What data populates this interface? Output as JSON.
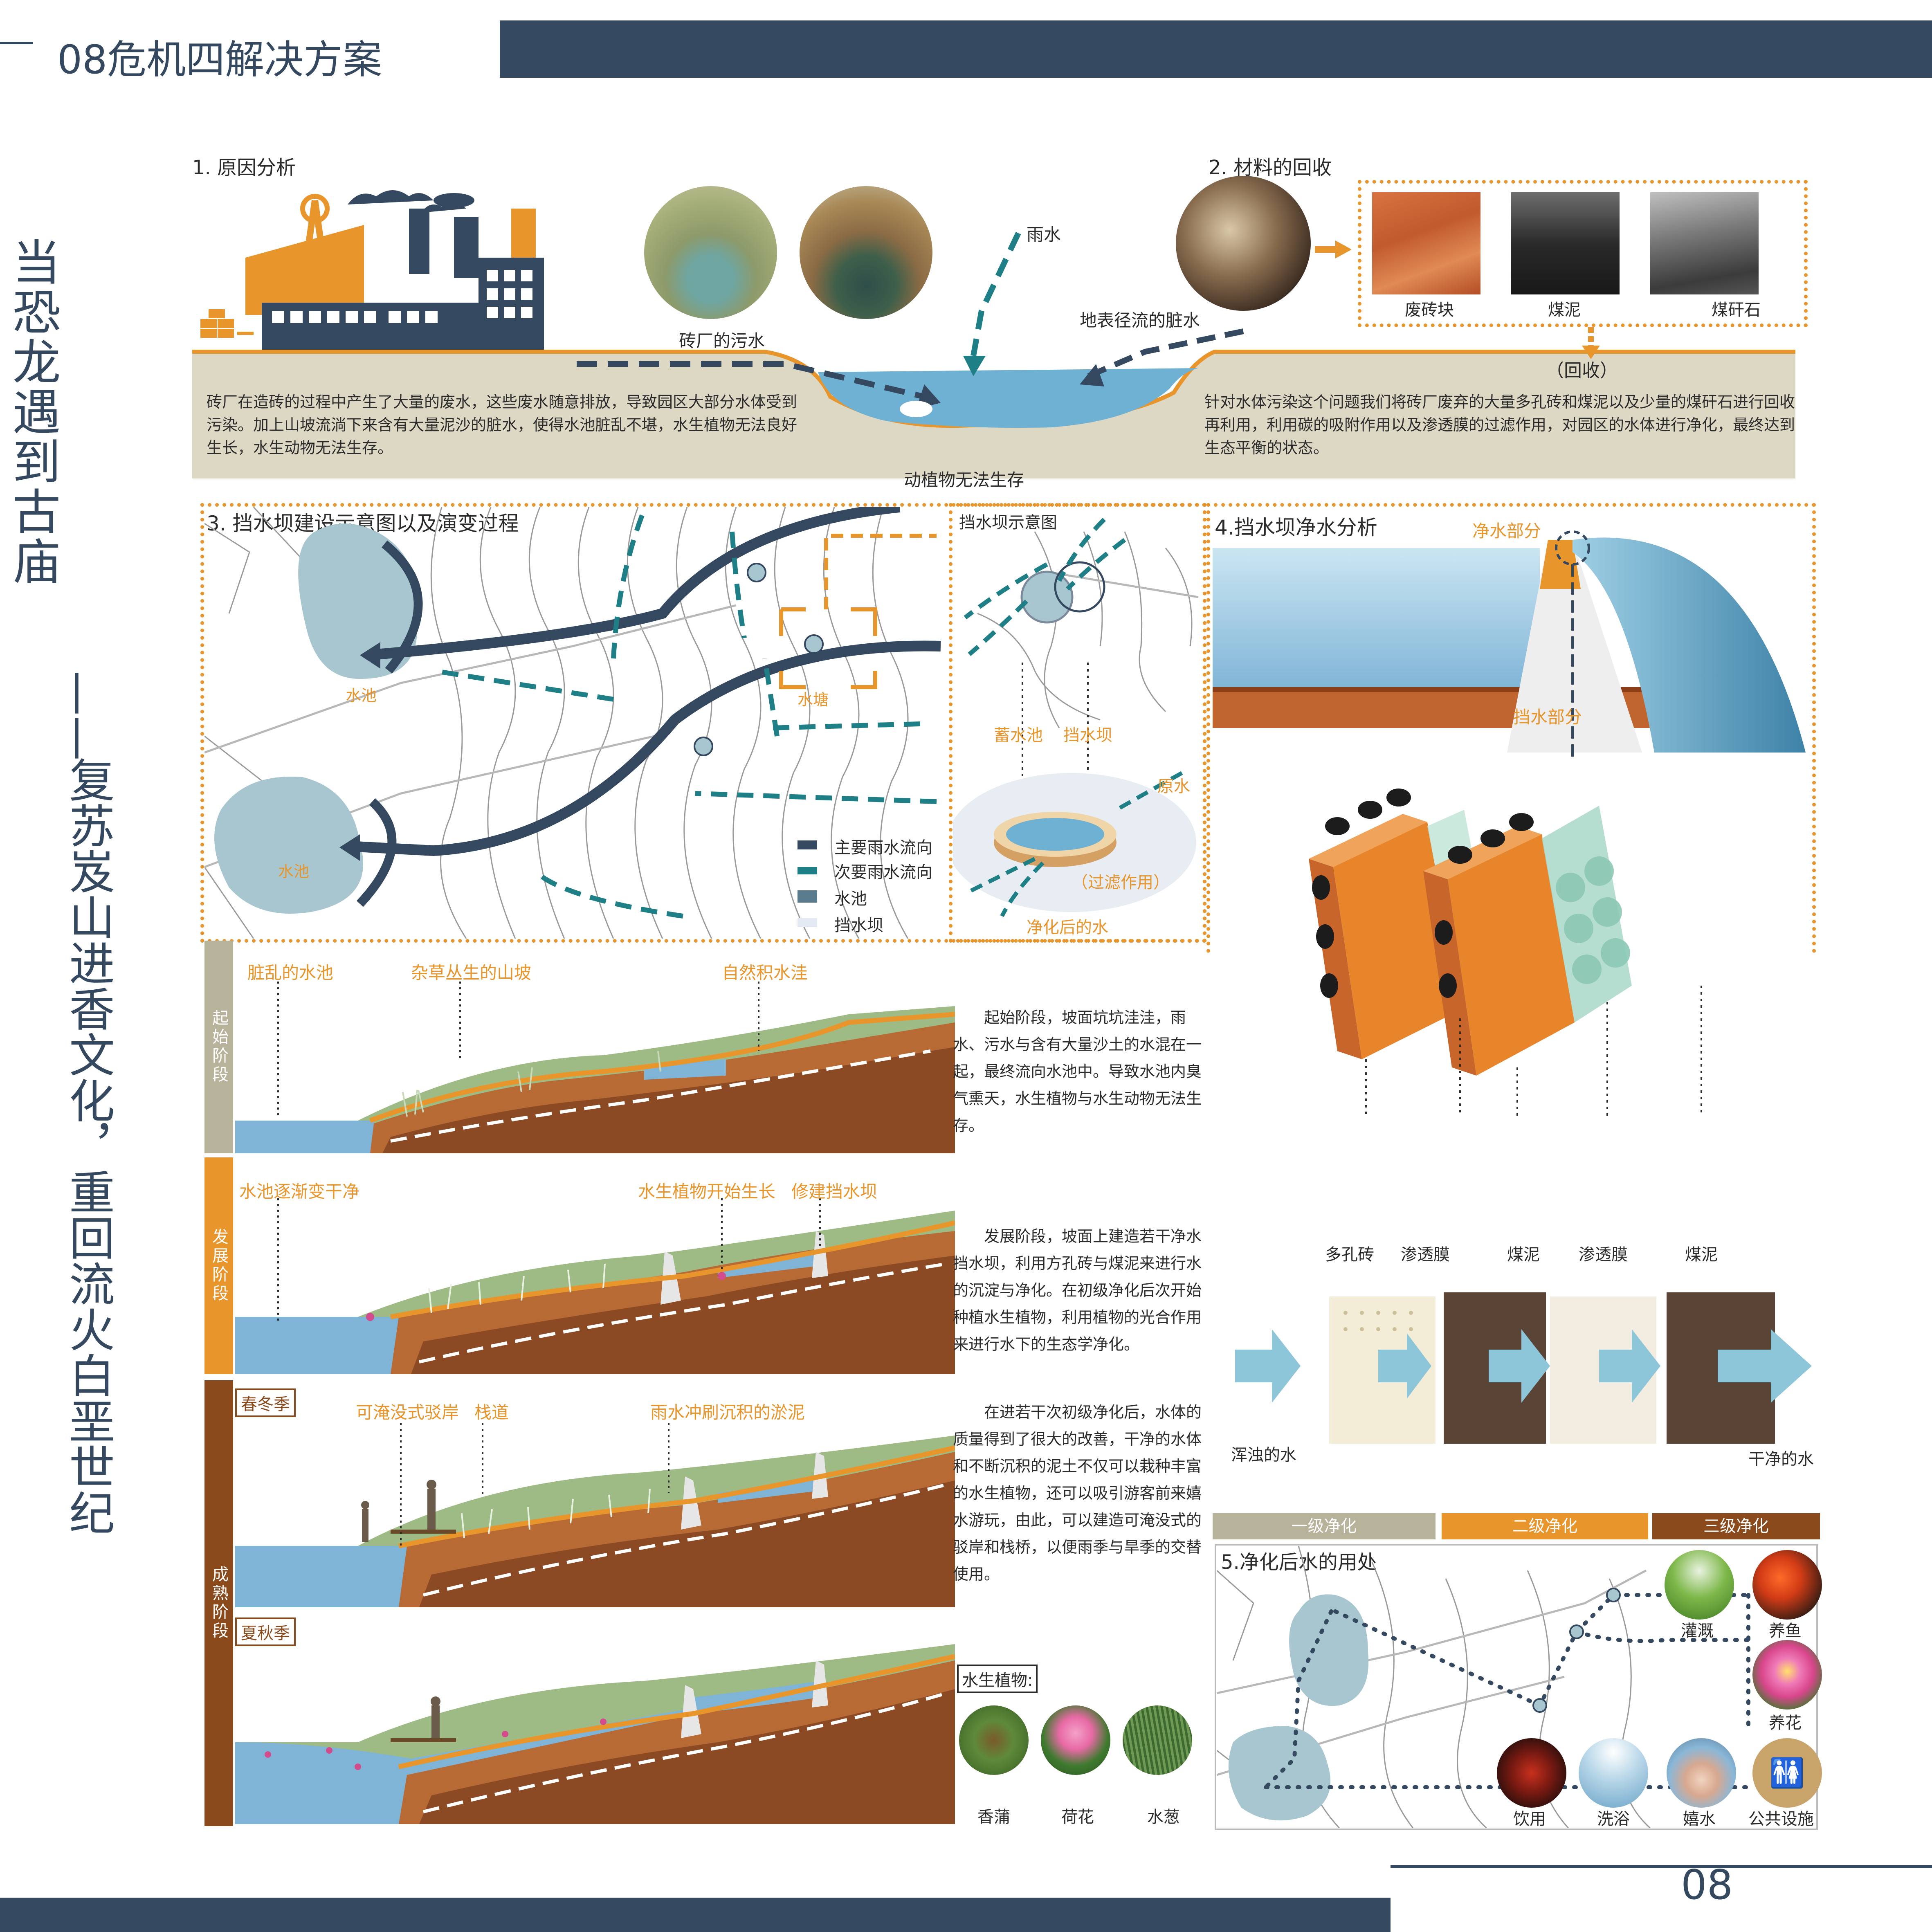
{
  "header": {
    "title": "08危机四解决方案",
    "page_number": "08"
  },
  "vertical_title": {
    "main": "当恐龙遇到古庙",
    "dash": "——",
    "sub": "复苏岌山进香文化，重回流火白垩世纪"
  },
  "section1": {
    "title": "1. 原因分析",
    "photo_caption": "砖厂的污水",
    "rain_label": "雨水",
    "runoff_label": "地表径流的脏水",
    "bottom_label": "动植物无法生存",
    "description": "砖厂在造砖的过程中产生了大量的废水，这些废水随意排放，导致园区大部分水体受到污染。加上山坡流淌下来含有大量泥沙的脏水，使得水池脏乱不堪，水生植物无法良好生长，水生动物无法生存。"
  },
  "section2": {
    "title": "2. 材料的回收",
    "materials": [
      "废砖块",
      "煤泥",
      "煤矸石"
    ],
    "recycle_label": "（回收）",
    "description": "针对水体污染这个问题我们将砖厂废弃的大量多孔砖和煤泥以及少量的煤矸石进行回收再利用，利用碳的吸附作用以及渗透膜的过滤作用，对园区的水体进行净化，最终达到生态平衡的状态。"
  },
  "section3": {
    "title": "3. 挡水坝建设示意图以及演变过程",
    "pond_labels": [
      "水池",
      "水池"
    ],
    "tang_label": "水塘",
    "inset_title": "挡水坝示意图",
    "inset_labels": [
      "蓄水池",
      "挡水坝"
    ],
    "filter_labels": {
      "raw": "原水",
      "filter": "（过滤作用）",
      "clean": "净化后的水"
    },
    "legend": [
      "主要雨水流向",
      "次要雨水流向",
      "水池",
      "挡水坝"
    ]
  },
  "stages": [
    {
      "tab": "起始阶段",
      "labels": [
        "脏乱的水池",
        "杂草丛生的山坡",
        "自然积水洼"
      ],
      "text": "起始阶段，坡面坑坑洼洼，雨水、污水与含有大量沙土的水混在一起，最终流向水池中。导致水池内臭气熏天，水生植物与水生动物无法生存。"
    },
    {
      "tab": "发展阶段",
      "labels": [
        "水池逐渐变干净",
        "水生植物开始生长",
        "修建挡水坝"
      ],
      "text": "发展阶段，坡面上建造若干净水挡水坝，利用方孔砖与煤泥来进行水的沉淀与净化。在初级净化后次开始种植水生植物，利用植物的光合作用来进行水下的生态学净化。"
    },
    {
      "tab": "成熟阶段",
      "season1": "春冬季",
      "season2": "夏秋季",
      "labels": [
        "可淹没式驳岸",
        "栈道",
        "雨水冲刷沉积的淤泥"
      ],
      "text": "在进若干次初级净化后，水体的质量得到了很大的改善，干净的水体和不断沉积的泥土不仅可以栽种丰富的水生植物，还可以吸引游客前来嬉水游玩，由此，可以建造可淹没式的驳岸和栈桥，以便雨季与旱季的交替使用。"
    }
  ],
  "plants": {
    "title": "水生植物:",
    "items": [
      "香蒲",
      "荷花",
      "水葱"
    ]
  },
  "section4": {
    "title": "4.挡水坝净水分析",
    "clean_part": "净水部分",
    "dam_part": "挡水部分",
    "layers": [
      "多孔砖",
      "渗透膜",
      "煤泥",
      "渗透膜",
      "煤泥"
    ],
    "dirty_water": "浑浊的水",
    "clean_water": "干净的水",
    "levels": [
      "一级净化",
      "二级净化",
      "三级净化"
    ]
  },
  "section5": {
    "title": "5.净化后水的用处",
    "uses": [
      "灌溉",
      "养鱼",
      "养花",
      "饮用",
      "洗浴",
      "嬉水",
      "公共设施"
    ]
  },
  "colors": {
    "navy": "#34495f",
    "orange": "#e8952b",
    "teal": "#1f7f86",
    "water": "#8fc4d8",
    "brown": "#8a4a1b",
    "tan": "#b7b39a"
  }
}
